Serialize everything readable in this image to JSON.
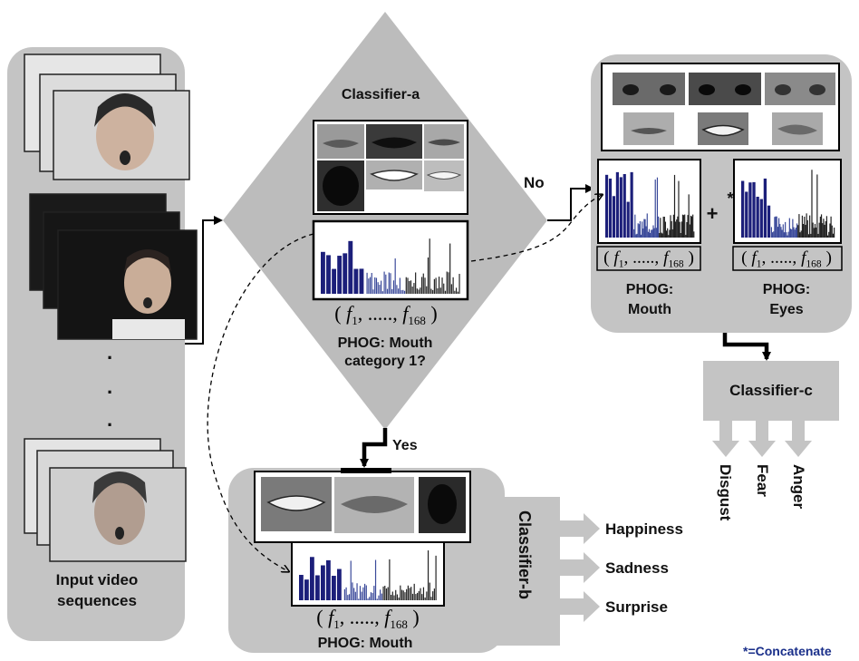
{
  "classifier_a": {
    "title": "Classifier-a",
    "caption_line1": "PHOG: Mouth",
    "caption_line2": "category 1?"
  },
  "classifier_b": {
    "title": "Classifier-b",
    "caption": "PHOG: Mouth",
    "outputs": [
      "Happiness",
      "Sadness",
      "Surprise"
    ]
  },
  "classifier_c": {
    "title": "Classifier-c",
    "outputs": [
      "Disgust",
      "Fear",
      "Anger"
    ]
  },
  "panel_c": {
    "caption_mouth_1": "PHOG:",
    "caption_mouth_2": "Mouth",
    "caption_eyes_1": "PHOG:",
    "caption_eyes_2": "Eyes",
    "plus": "+",
    "star": "*"
  },
  "input": {
    "label_line1": "Input video",
    "label_line2": "sequences",
    "ellipsis": "."
  },
  "decision": {
    "no": "No",
    "yes": "Yes"
  },
  "feature_vector": {
    "open": "(",
    "first": "f",
    "first_sub": "1",
    "dots": ", ....., ",
    "last": "f",
    "last_sub": "168",
    "close": ")"
  },
  "footnote": "*=Concatenate",
  "colors": {
    "panel": "#c4c4c4",
    "diamond": "#bcbcbc",
    "bars": "#1c1f7a",
    "arrow": "#c4c4c4",
    "line": "#000000"
  }
}
